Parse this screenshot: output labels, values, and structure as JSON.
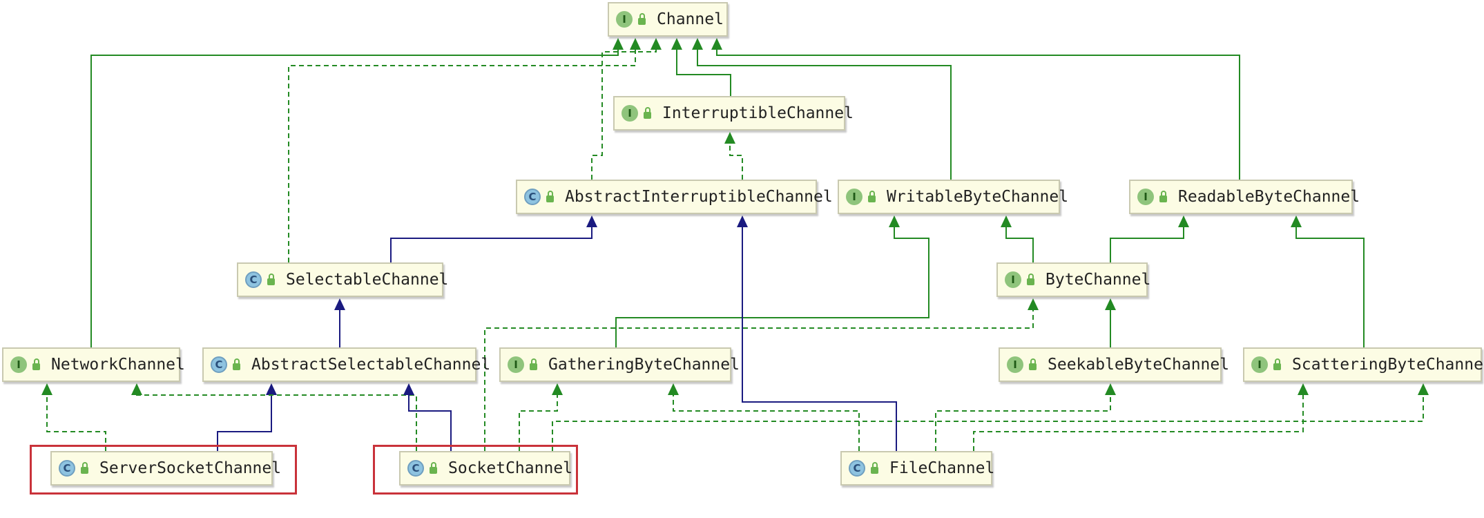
{
  "colors": {
    "implements": "#238a23",
    "extends": "#1a1a80",
    "highlight": "#c9323a"
  },
  "nodes": {
    "channel": {
      "label": "Channel",
      "kind": "I"
    },
    "interruptible": {
      "label": "InterruptibleChannel",
      "kind": "I"
    },
    "abstract_interruptible": {
      "label": "AbstractInterruptibleChannel",
      "kind": "C"
    },
    "writable": {
      "label": "WritableByteChannel",
      "kind": "I"
    },
    "readable": {
      "label": "ReadableByteChannel",
      "kind": "I"
    },
    "selectable": {
      "label": "SelectableChannel",
      "kind": "C"
    },
    "byte": {
      "label": "ByteChannel",
      "kind": "I"
    },
    "network": {
      "label": "NetworkChannel",
      "kind": "I"
    },
    "abstract_selectable": {
      "label": "AbstractSelectableChannel",
      "kind": "C"
    },
    "gathering": {
      "label": "GatheringByteChannel",
      "kind": "I"
    },
    "seekable": {
      "label": "SeekableByteChannel",
      "kind": "I"
    },
    "scattering": {
      "label": "ScatteringByteChannel",
      "kind": "I"
    },
    "server_socket": {
      "label": "ServerSocketChannel",
      "kind": "C"
    },
    "socket": {
      "label": "SocketChannel",
      "kind": "C"
    },
    "file": {
      "label": "FileChannel",
      "kind": "C"
    }
  }
}
